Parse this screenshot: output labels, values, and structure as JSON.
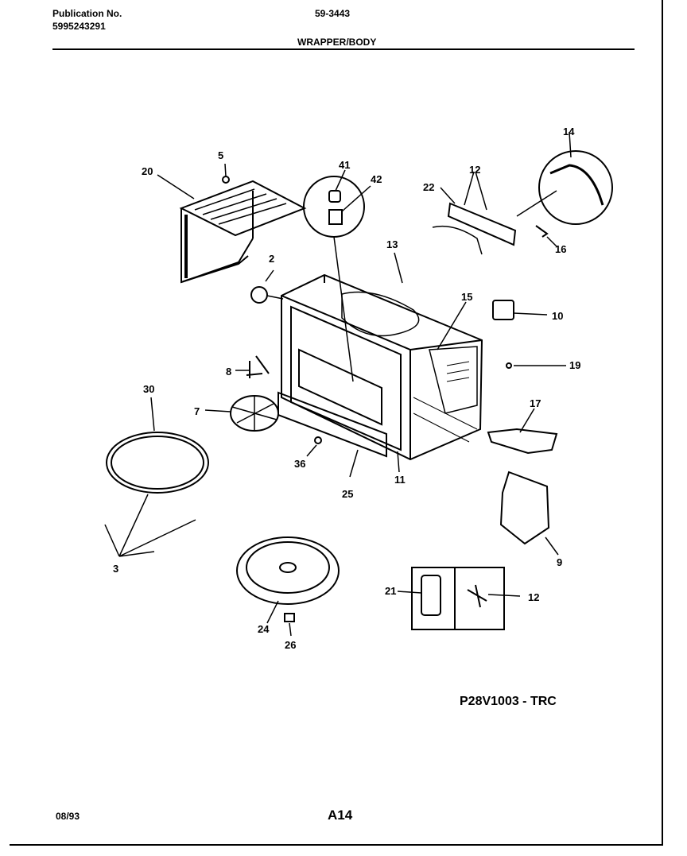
{
  "header": {
    "publication_label": "Publication No.",
    "publication_number": "5995243291",
    "model": "59-3443",
    "section_title": "WRAPPER/BODY"
  },
  "diagram": {
    "code": "P28V1003 - TRC",
    "callouts": {
      "c2": "2",
      "c3": "3",
      "c5": "5",
      "c7": "7",
      "c8": "8",
      "c9": "9",
      "c10": "10",
      "c11": "11",
      "c12a": "12",
      "c12b": "12",
      "c13": "13",
      "c14": "14",
      "c15": "15",
      "c16": "16",
      "c17": "17",
      "c19": "19",
      "c20": "20",
      "c21": "21",
      "c22": "22",
      "c24": "24",
      "c25": "25",
      "c26": "26",
      "c30": "30",
      "c36": "36",
      "c41": "41",
      "c42": "42"
    }
  },
  "footer": {
    "date": "08/93",
    "page": "A14"
  }
}
